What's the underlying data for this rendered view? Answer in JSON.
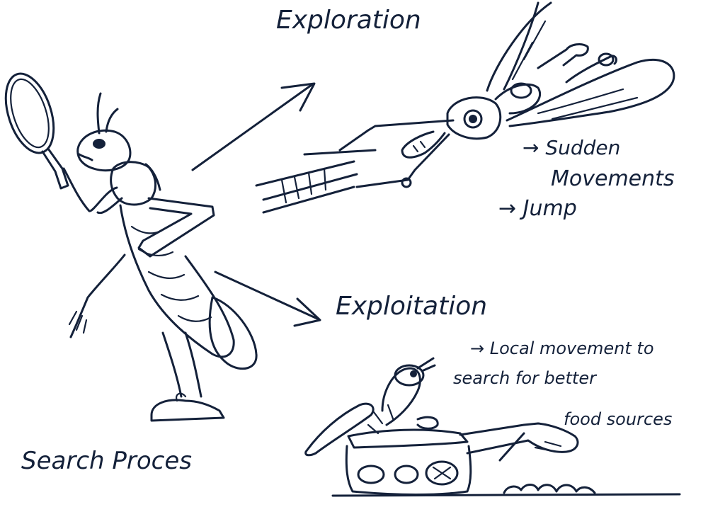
{
  "labels": {
    "exploration": "Exploration",
    "exploitation": "Exploitation",
    "search_process": "Search Proces",
    "exploration_notes": [
      "→ Sudden",
      "Movements",
      "→ Jump"
    ],
    "exploitation_notes": [
      "→ Local movement to",
      "search for better",
      "food sources"
    ]
  },
  "colors": {
    "ink": "#14213a",
    "background": "#ffffff"
  },
  "icons": [
    "magnifying-glass-icon",
    "grasshopper-detective-icon",
    "flying-grasshopper-icon",
    "grasshopper-tank-icon"
  ]
}
